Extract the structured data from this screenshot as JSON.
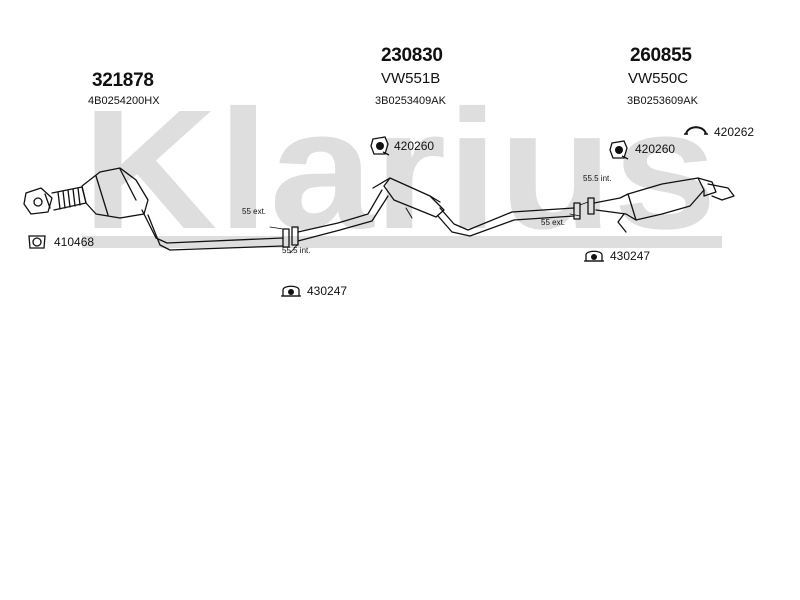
{
  "watermark": {
    "text": "Klarius"
  },
  "assemblies": [
    {
      "part_number": "321878",
      "model": "",
      "oem": "4B0254200HX"
    },
    {
      "part_number": "230830",
      "model": "VW551B",
      "oem": "3B0253409AK"
    },
    {
      "part_number": "260855",
      "model": "VW550C",
      "oem": "3B0253609AK"
    }
  ],
  "fittings": {
    "gasket": "410468",
    "clamp_left": "430247",
    "clamp_right": "430247",
    "mount_center": "420260",
    "mount_right": "420260",
    "hanger_right": "420262"
  },
  "joints": {
    "left_ext": "55 ext.",
    "left_int": "55.5 int.",
    "right_ext": "55 ext.",
    "right_int": "55.5 int."
  },
  "colors": {
    "watermark": "#dedede",
    "line": "#111111",
    "text": "#111111"
  }
}
